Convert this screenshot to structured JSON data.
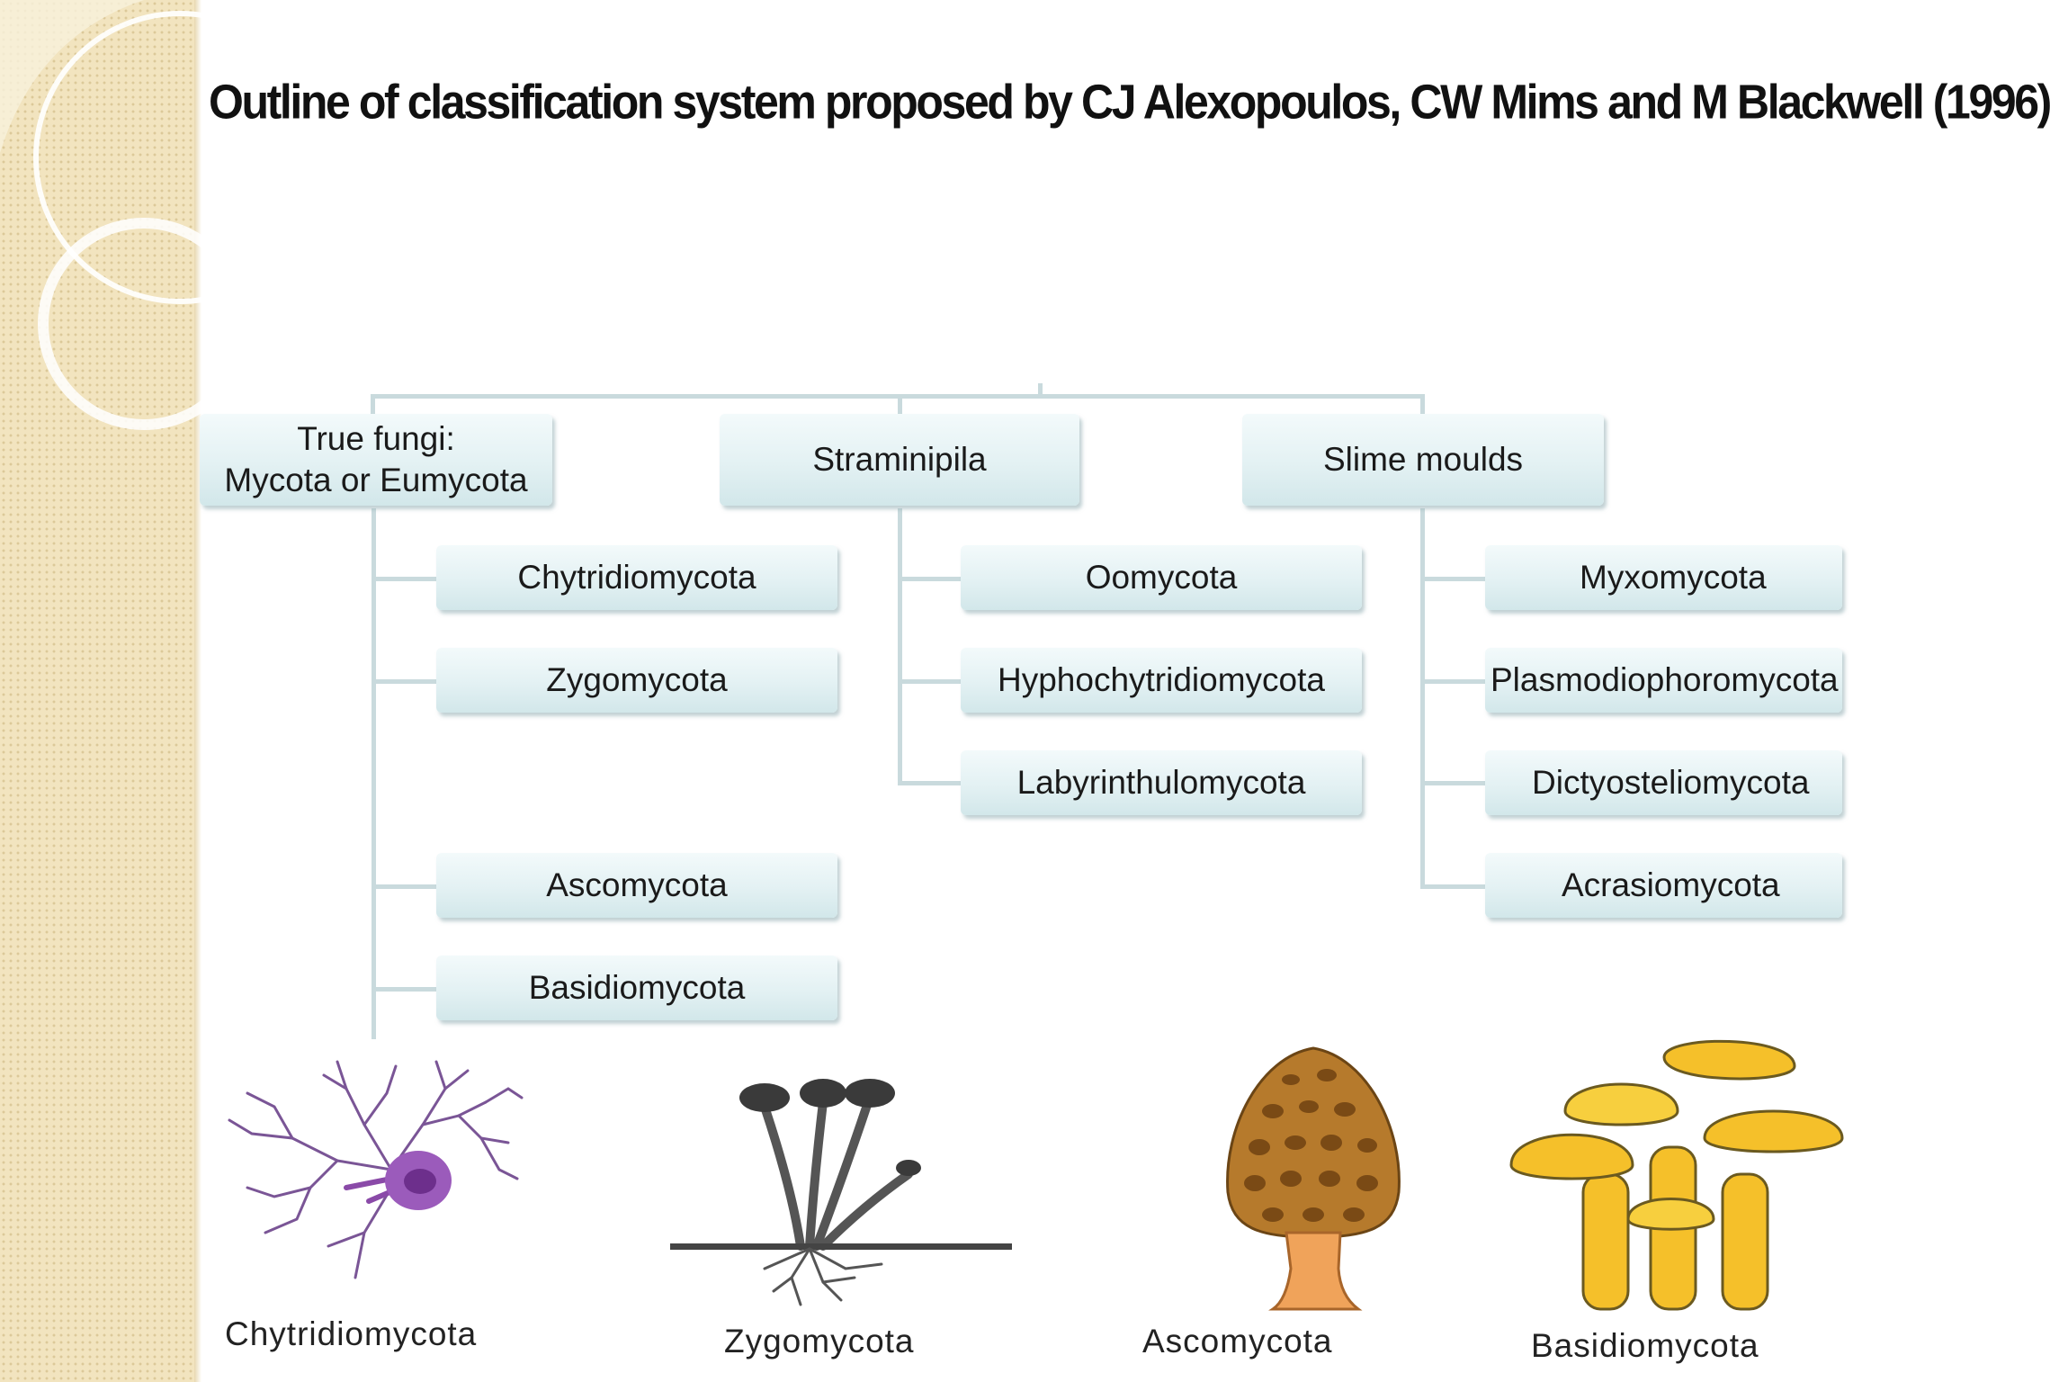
{
  "slide": {
    "title": "Outline of classification system proposed by CJ Alexopoulos, CW Mims and M Blackwell (1996)"
  },
  "tree": {
    "true_fungi_line1": "True fungi:",
    "true_fungi_line2": "Mycota or Eumycota",
    "straminipila": "Straminipila",
    "slime_moulds": "Slime moulds",
    "true_fungi_children": [
      "Chytridiomycota",
      "Zygomycota",
      "Ascomycota",
      "Basidiomycota"
    ],
    "straminipila_children": [
      "Oomycota",
      "Hyphochytridiomycota",
      "Labyrinthulomycota"
    ],
    "slime_moulds_children": [
      "Myxomycota",
      "Plasmodiophoromycota",
      "Dictyosteliomycota",
      "Acrasiomycota"
    ]
  },
  "illustrations": {
    "captions": [
      "Chytridiomycota",
      "Zygomycota",
      "Ascomycota",
      "Basidiomycota"
    ]
  },
  "colors": {
    "sidebar": "#f2e4bf",
    "box": "#e3f1f3",
    "connector": "#c9dadd",
    "chytrid": "#8a4aa8",
    "morel": "#c98a2e",
    "mushroom": "#f5c02a"
  }
}
